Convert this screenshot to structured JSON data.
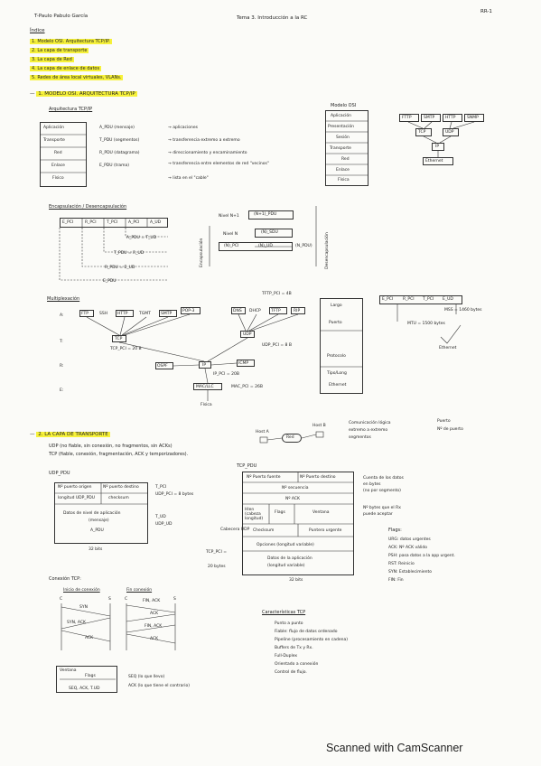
{
  "header": {
    "author": "T-Paulo Pabulo García",
    "topic": "Tema 3. Introducción a la RC",
    "page": "RR-1"
  },
  "index": {
    "title": "Índice",
    "items": [
      "1. Modelo OSI. Arquitectura TCP/IP.",
      "2. La capa de transporte",
      "3. La capa de Red",
      "4. La capa de enlace de datos",
      "5. Redes de área local virtuales, VLANs."
    ]
  },
  "s1": {
    "heading": "1. MODELO OSI. ARQUITECTURA TCP/IP",
    "arch_title": "Arquitectura TCP/IP",
    "layers": [
      "Aplicación",
      "Transporte",
      "Red",
      "Enlace",
      "Físico"
    ],
    "pdus": [
      "A_PDU (mensaje)",
      "T_PDU (segmentos)",
      "R_PDU (datagrama)",
      "E_PDU (trama)"
    ],
    "descs": [
      "→ aplicaciones",
      "→ transferencia extremo a extremo",
      "→ direccionamiento y encaminamiento",
      "→ transferencia entre elementos de red \"vecinos\"",
      "→ lista en el \"cable\""
    ],
    "osi_title": "Modelo OSI",
    "osi_layers": [
      "Aplicación",
      "Presentación",
      "Sesión",
      "Transporte",
      "Red",
      "Enlace",
      "Física"
    ],
    "stack": {
      "row1": [
        "FTTP",
        "SMTP",
        "HTTP",
        "SNMP"
      ],
      "row2": [
        "TCP",
        "UDP"
      ],
      "row3": "IP",
      "row4": "Ethernet"
    },
    "encap_title": "Encapsulación / Desencapsulación",
    "encap_boxes": [
      "E_PCI",
      "R_PCI",
      "T_PCI",
      "A_PCI",
      "A_UD"
    ],
    "encap_lines": [
      "A_PDU = T_UD",
      "T_PDU = R_UD",
      "R_PDU = E_UD",
      "E_PDU"
    ],
    "nivel": {
      "n1": "Nivel N+1",
      "pdu_top": "(N+1)_PDU",
      "n": "Nivel N",
      "sdu": "(N)_SDU",
      "pci": "(N)_PCI",
      "ud": "(N)_UD",
      "pdu": "(N_PDU)",
      "encap": "Encapsulación",
      "desencap": "Desencapsulación"
    },
    "mux_title": "Multiplexación",
    "mux_rows": [
      "A:",
      "T:",
      "R:",
      "E:"
    ],
    "mux_apps_left": [
      "FTP",
      "SSH",
      "HTTP",
      "TGMT",
      "SMTP",
      "POP-3"
    ],
    "mux_apps_right": [
      "DNS",
      "DHCP",
      "TFTP",
      "RIP"
    ],
    "mux_notes": [
      "TFTP_PCI = 4B",
      "TCP",
      "UDP",
      "TCP_PCI = 20 B",
      "UDP_PCI = 8 B",
      "IP",
      "OSPF",
      "ICMP",
      "IP_PCI = 20B",
      "MAC/LLC",
      "MAC_PCI = 26B",
      "Física"
    ],
    "mux_right_labels": [
      "Largo",
      "Puerto",
      "Protocolo",
      "Tipo/Long",
      "Ethernet"
    ],
    "mux_right_boxes": [
      "E_PCI",
      "R_PCI",
      "T_PCI",
      "E_UD"
    ],
    "mss": "MSS = 1460 bytes",
    "mtu": "MTU = 1500 bytes",
    "eth": "Ethernet"
  },
  "s2": {
    "heading": "2. LA CAPA DE TRANSPORTE",
    "bullets": [
      "UDP (no fiable, sin conexión, no fragmentos, sin ACKs)",
      "TCP (fiable, conexión, fragmentación, ACK y temporizadores)."
    ],
    "hosts": [
      "Host A",
      "Red",
      "Host B"
    ],
    "com_lines": [
      "Comunicación lógica",
      "extremo a extremo",
      "segmentos"
    ],
    "port_notes": [
      "Puerto",
      "Nº de puerto"
    ],
    "udp": {
      "title": "UDP_PDU",
      "cells": [
        "Nº puerto origen",
        "Nº puerto destino",
        "longitud UDP_PDU",
        "checksum",
        "Datos de nivel de aplicación",
        "(mensaje)",
        "A_PDU"
      ],
      "width": "32 bits",
      "side": [
        "T_PCI",
        "UDP_PCI = 8 bytes",
        "T_UD",
        "UDP_UD"
      ]
    },
    "tcp": {
      "title": "TCP_PDU",
      "cells": [
        "Nº Puerto fuente",
        "Nº Puerto destino",
        "Nº secuencia",
        "Nº ACK",
        "Hlen (cabeza longitud)",
        "Flags",
        "Ventana",
        "Checksum",
        "Puntero urgente",
        "Opciones (longitud variable)",
        "Datos de la aplicación",
        "(longitud variable)"
      ],
      "width": "32 bits",
      "left": [
        "Cabecera UDP",
        "TCP_PCI =",
        "20 bytes"
      ],
      "right": [
        "Cuenta de los datos",
        "en bytes",
        "(no por segmento)",
        "Nº bytes que el Rx",
        "puede aceptar"
      ]
    },
    "flags": {
      "title": "Flags:",
      "items": [
        "URG: datos urgentes",
        "ACK: Nº ACK válido",
        "PSH: pasa datos a la app urgent.",
        "RST: Reinicio",
        "SYN: Establecimiento",
        "FIN: Fin"
      ]
    },
    "conn": {
      "title": "Conexión TCP:",
      "start": "Inicio de conexión",
      "end": "Fin conexión",
      "msgs_start": [
        "SYN",
        "SYN, ACK",
        "ACK"
      ],
      "msgs_end": [
        "FIN, ACK",
        "ACK",
        "FIN, ACK",
        "ACK"
      ],
      "labels": [
        "C",
        "S",
        "C",
        "S"
      ]
    },
    "window": {
      "label": "Ventana",
      "flags": "Flags",
      "seq": "SEQ, ACK, T.UD",
      "notes": [
        "SEQ (lo que llevo)",
        "ACK (lo que tiene el contrario)"
      ]
    },
    "caract": {
      "title": "Características TCP",
      "items": [
        "Punto a punto",
        "Fiable: flujo de datos ordenado",
        "Pipeline (procesamiento en cadena)",
        "Buffers de Tx y Rx.",
        "Full-Duplex",
        "Orientado a conexión",
        "Control de flujo."
      ]
    }
  },
  "footer": "Scanned with CamScanner"
}
